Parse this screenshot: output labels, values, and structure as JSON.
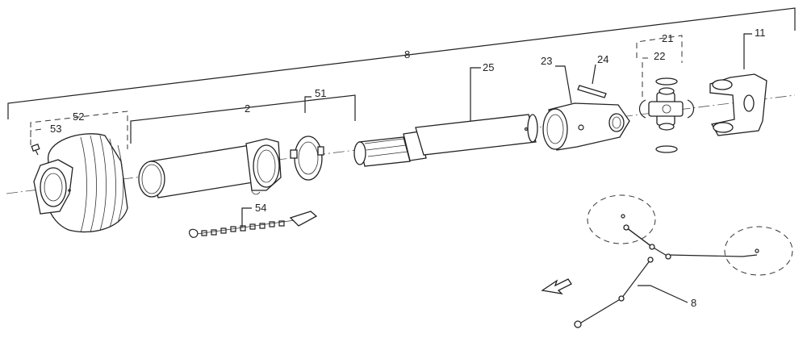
{
  "callouts": {
    "c8_top": "8",
    "c2": "2",
    "c51": "51",
    "c52": "52",
    "c53": "53",
    "c54": "54",
    "c25": "25",
    "c23": "23",
    "c24": "24",
    "c21": "21",
    "c22": "22",
    "c11": "11",
    "c8_bottom": "8"
  },
  "icons": {
    "direction_arrow": "arrow-down-left-icon"
  }
}
